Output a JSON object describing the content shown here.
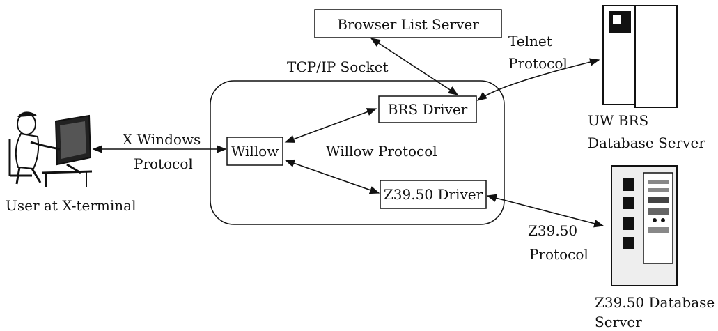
{
  "labels": {
    "browser_list_server": "Browser List Server",
    "telnet": "Telnet",
    "protocol_telnet": "Protocol",
    "tcpip": "TCP/IP Socket",
    "brs_driver": "BRS Driver",
    "uw_brs": "UW BRS",
    "database_server": "Database Server",
    "x_windows": "X Windows",
    "protocol_x": "Protocol",
    "willow": "Willow",
    "willow_protocol": "Willow Protocol",
    "user": "User at X-terminal",
    "z3950_driver": "Z39.50 Driver",
    "z3950": "Z39.50",
    "protocol_z": "Protocol",
    "z3950_database": "Z39.50 Database",
    "server": "Server"
  }
}
